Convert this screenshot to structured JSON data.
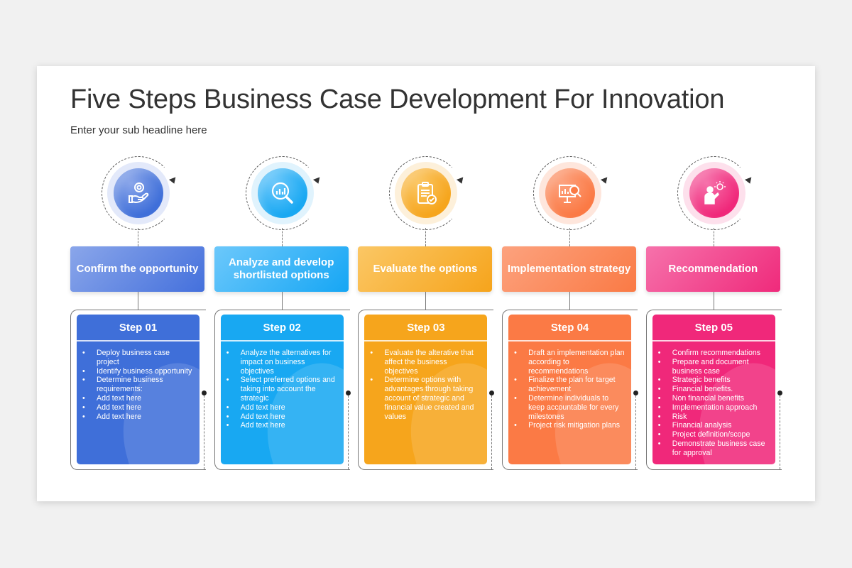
{
  "title": "Five Steps Business Case Development For Innovation",
  "subtitle": "Enter your sub headline here",
  "steps": [
    {
      "heading": "Confirm the opportunity",
      "step": "Step 01",
      "icon": "hand-coin-icon",
      "color": "#3f6fd9",
      "light": "#e3e9fa",
      "headFrom": "#8aa6ea",
      "headTo": "#4470dc",
      "items": [
        "Deploy business case project",
        "Identify business opportunity",
        "Determine business requirements:",
        "Add text here",
        "Add text here",
        "Add text here"
      ]
    },
    {
      "heading": "Analyze and develop shortlisted options",
      "step": "Step 02",
      "icon": "magnifier-chart-icon",
      "color": "#18a8f2",
      "light": "#e0f3fd",
      "headFrom": "#6cc8fb",
      "headTo": "#16a6f4",
      "items": [
        "Analyze the alternatives for impact on business objectives",
        "Select preferred options and taking into account the strategic",
        "Add text here",
        "Add text here",
        "Add text here"
      ]
    },
    {
      "heading": "Evaluate the options",
      "step": "Step 03",
      "icon": "clipboard-check-icon",
      "color": "#f6a51c",
      "light": "#fdf0da",
      "headFrom": "#fbc765",
      "headTo": "#f6a41c",
      "items": [
        "Evaluate the alterative that affect the business objectives",
        "Determine options with advantages through taking account of strategic and financial value created and values"
      ]
    },
    {
      "heading": "Implementation strategy",
      "step": "Step 04",
      "icon": "presentation-search-icon",
      "color": "#fb7a45",
      "light": "#fee6dc",
      "headFrom": "#fca27e",
      "headTo": "#fa7a45",
      "items": [
        "Draft an implementation plan according to recommendations",
        "Finalize the plan for target achievement",
        "Determine individuals to keep accountable for every milestones",
        "Project risk mitigation plans"
      ]
    },
    {
      "heading": "Recommendation",
      "step": "Step 05",
      "icon": "person-idea-icon",
      "color": "#f0287a",
      "light": "#fde0ec",
      "headFrom": "#f672ab",
      "headTo": "#ef2a7b",
      "items": [
        "Confirm recommendations",
        "Prepare and document business case",
        "Strategic benefits",
        "Financial benefits.",
        "Non financial benefits",
        "Implementation approach",
        "Risk",
        "Financial analysis",
        "Project definition/scope",
        "Demonstrate business case for approval"
      ]
    }
  ]
}
